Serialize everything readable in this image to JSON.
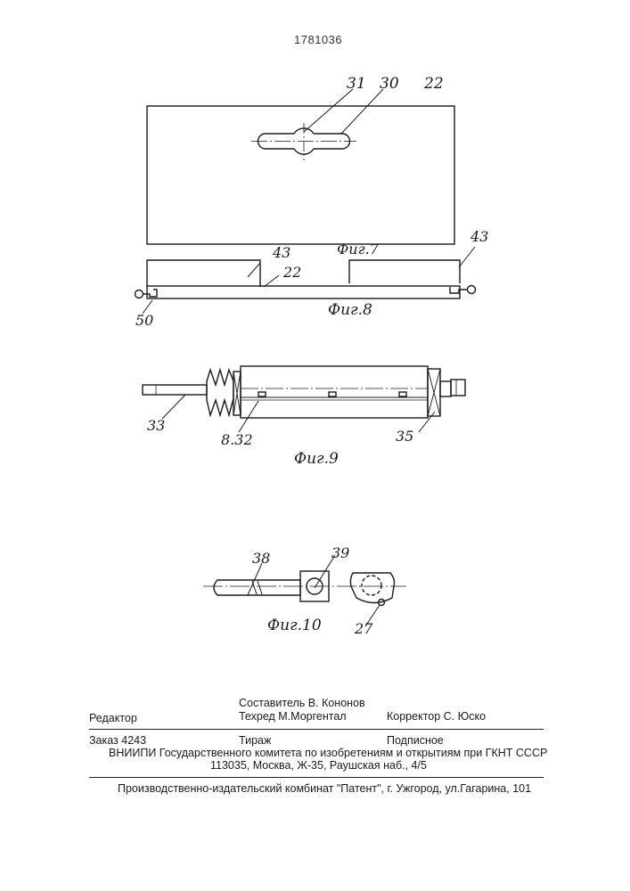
{
  "patent_number": "1781036",
  "figures": {
    "fig7": {
      "caption": "Фиг.7",
      "labels": {
        "l31": "31",
        "l30": "30",
        "l22": "22"
      }
    },
    "fig8": {
      "caption": "Фиг.8",
      "labels": {
        "l43a": "43",
        "l22": "22",
        "l43b": "43",
        "l50": "50"
      }
    },
    "fig9": {
      "caption": "Фиг.9",
      "labels": {
        "l33": "33",
        "l832": "8.32",
        "l35": "35"
      }
    },
    "fig10": {
      "caption": "Фиг.10",
      "labels": {
        "l38": "38",
        "l39": "39",
        "l27": "27"
      }
    }
  },
  "imprint": {
    "editor_label": "Редактор",
    "compiler": "Составитель  В. Кононов",
    "techred": "Техред М.Моргентал",
    "corrector": "Корректор  С. Юско",
    "order": "Заказ  4243",
    "circulation": "Тираж",
    "subscription": "Подписное",
    "org_line": "ВНИИПИ Государственного комитета по изобретениям и открытиям при ГКНТ СССР",
    "address_line": "113035, Москва, Ж-35, Раушская наб., 4/5",
    "publisher_line": "Производственно-издательский комбинат \"Патент\", г. Ужгород, ул.Гагарина, 101"
  }
}
